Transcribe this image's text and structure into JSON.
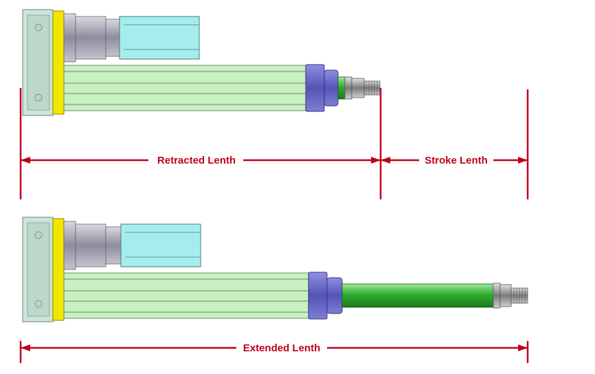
{
  "labels": {
    "retracted": "Retracted Lenth",
    "stroke": "Stroke Lenth",
    "extended": "Extended Lenth"
  },
  "colors": {
    "dimension": "#c0001a",
    "profile": "#c8f0c0",
    "profile_line": "#6a8a6a",
    "motor_flange": "#f2e600",
    "motor_body": "#a8a8b8",
    "gearbox": "#a6ecec",
    "end_cap": "#6f6fd0",
    "piston_rod": "#2fae2f",
    "thread": "#9a9a9a"
  }
}
